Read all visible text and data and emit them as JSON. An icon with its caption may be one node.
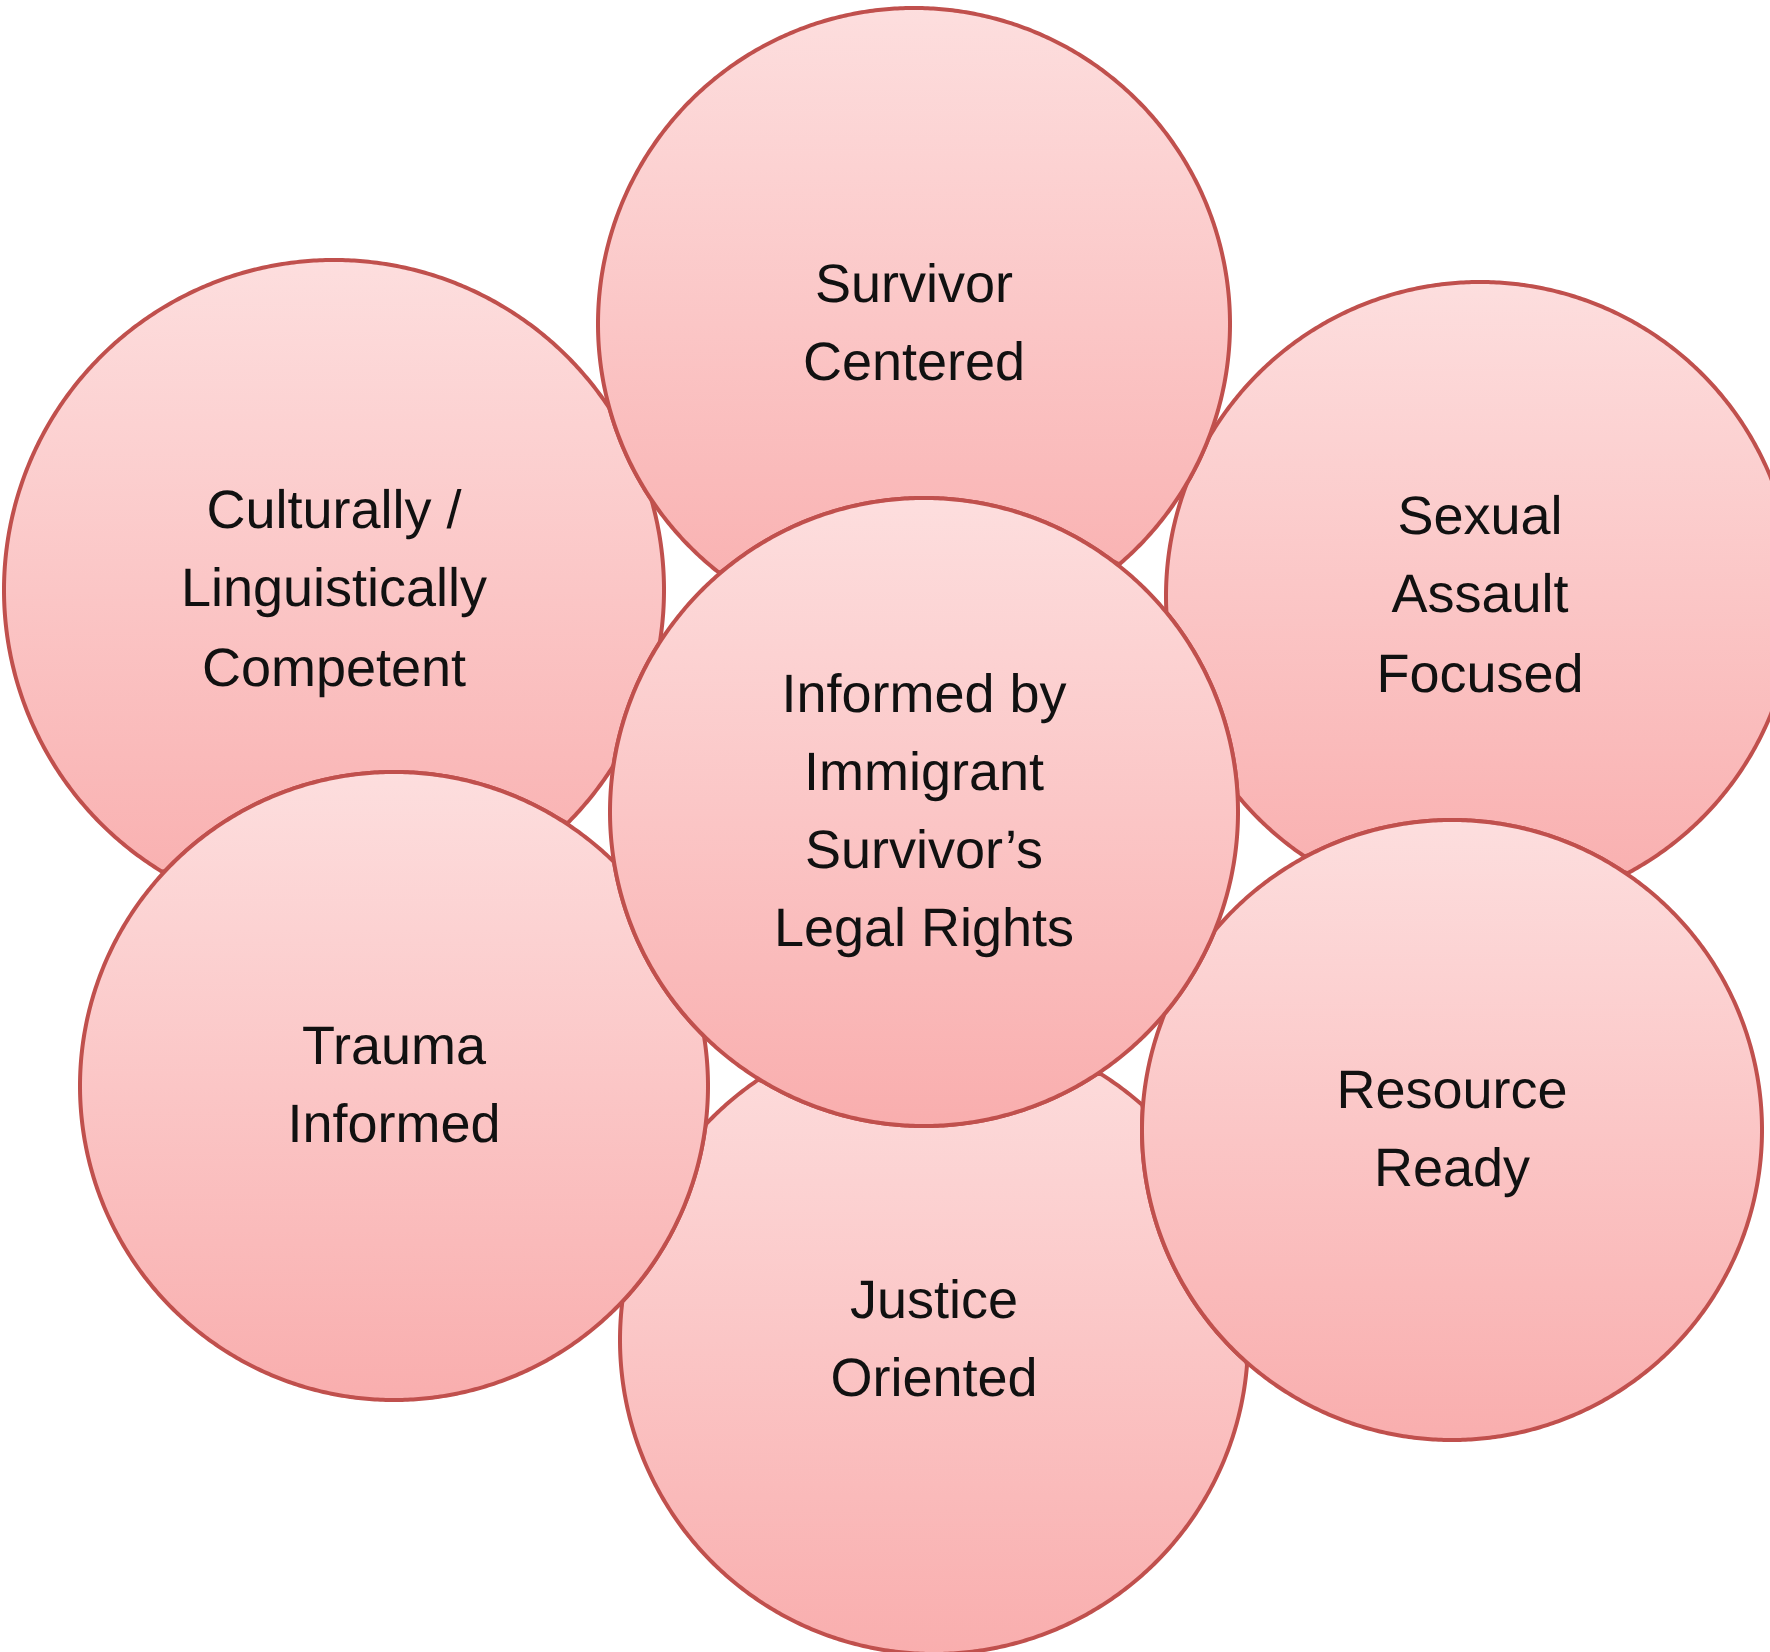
{
  "diagram": {
    "nodes": [
      {
        "text": [
          "Survivor Centered"
        ]
      },
      {
        "text": [
          "Culturally / Linguistically Competent"
        ]
      },
      {
        "text": [
          "Sexual Assault Focused"
        ]
      },
      {
        "text": [
          "Informed by Immigrant Survivor’s Legal Rights"
        ]
      },
      {
        "text": [
          "Trauma Informed"
        ]
      },
      {
        "text": [
          "Resource Ready"
        ]
      },
      {
        "text": [
          "Justice Oriented"
        ]
      }
    ]
  }
}
